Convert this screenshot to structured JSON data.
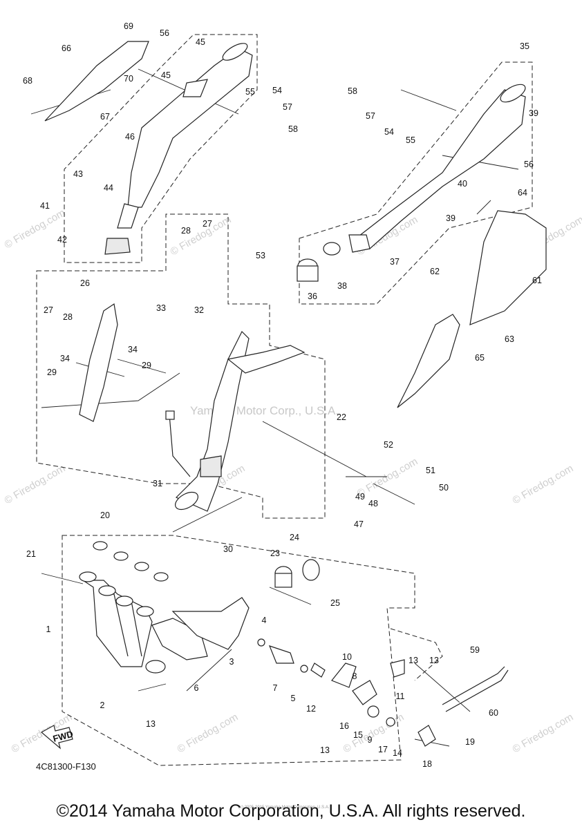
{
  "diagram": {
    "part_numbers": [
      "1",
      "2",
      "3",
      "4",
      "5",
      "6",
      "7",
      "8",
      "9",
      "10",
      "11",
      "12",
      "13",
      "13",
      "13",
      "13",
      "14",
      "15",
      "16",
      "17",
      "18",
      "19",
      "20",
      "21",
      "22",
      "23",
      "24",
      "25",
      "26",
      "27",
      "27",
      "28",
      "28",
      "29",
      "29",
      "30",
      "31",
      "32",
      "33",
      "34",
      "34",
      "35",
      "36",
      "37",
      "38",
      "39",
      "39",
      "40",
      "41",
      "42",
      "43",
      "44",
      "45",
      "45",
      "46",
      "47",
      "48",
      "49",
      "50",
      "51",
      "52",
      "53",
      "54",
      "54",
      "55",
      "55",
      "56",
      "56",
      "57",
      "57",
      "58",
      "58",
      "59",
      "60",
      "61",
      "62",
      "63",
      "64",
      "65",
      "66",
      "67",
      "68",
      "69",
      "70"
    ],
    "center_watermark": "Yamaha Motor Corp., U.S.A.",
    "watermark": "© Firedog.com",
    "diagram_code": "4C81300-F130",
    "fwd_label": "FWD",
    "tiny_print": "(c) 2005-2015 Yamaha Motor Corporation, U.S.A."
  },
  "footer": {
    "copyright": "©2014 Yamaha Motor Corporation, U.S.A. All rights reserved."
  }
}
